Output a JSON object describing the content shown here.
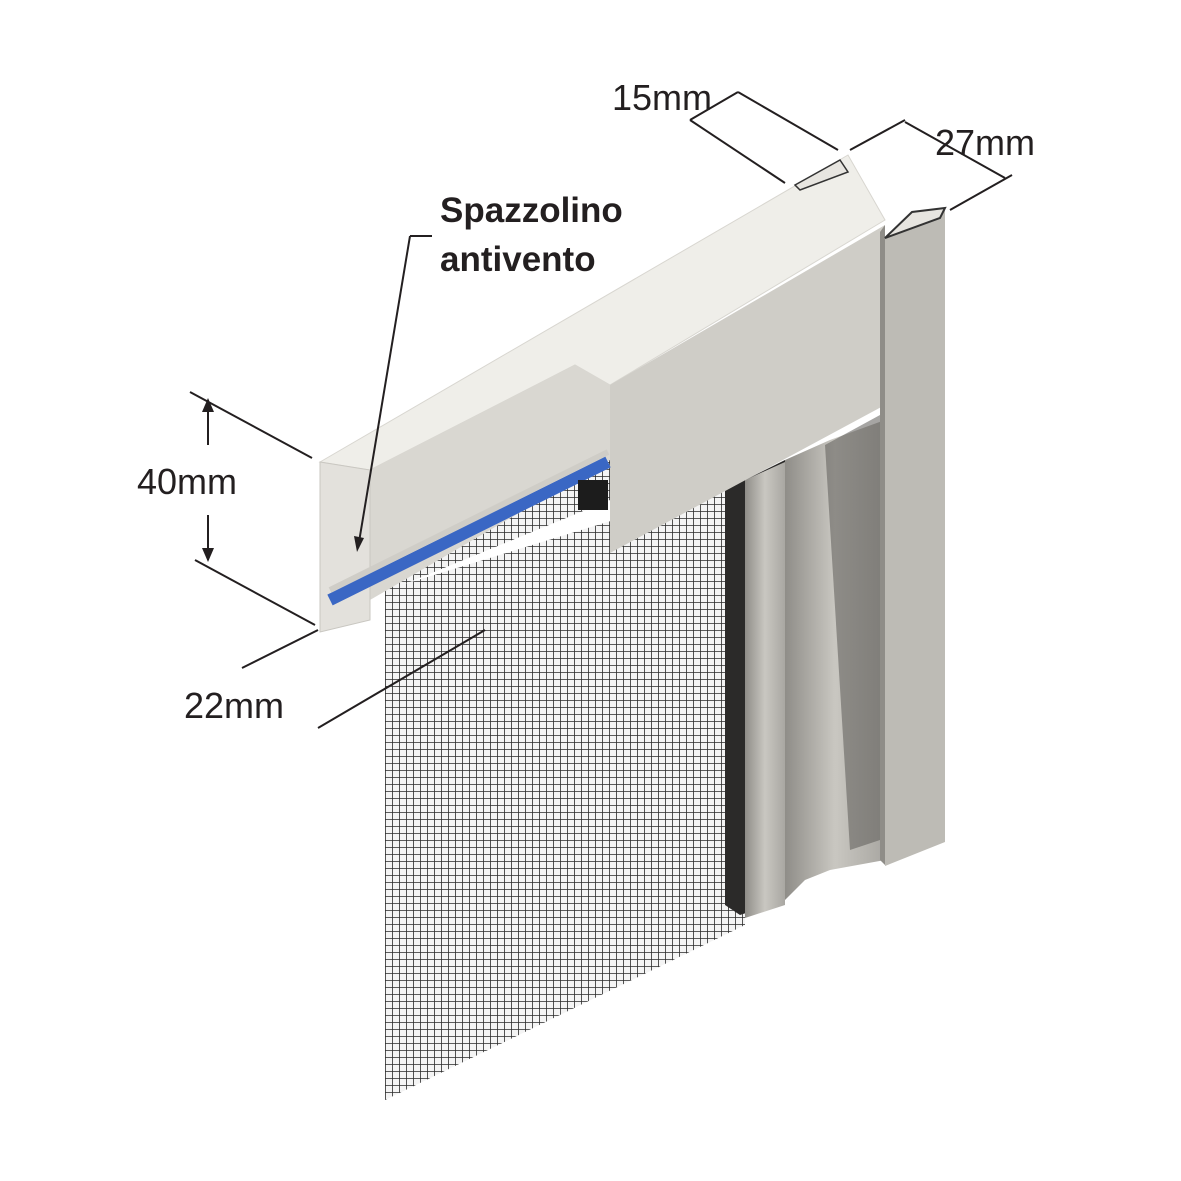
{
  "dimensions": {
    "width_15": "15mm",
    "depth_27": "27mm",
    "height_40": "40mm",
    "width_22": "22mm"
  },
  "callout": {
    "line1": "Spazzolino",
    "line2": "antivento"
  },
  "colors": {
    "profile_light": "#efeee9",
    "profile_mid": "#cfcdc7",
    "profile_dark": "#b9b7b1",
    "mesh": "#2a2a2a",
    "brush": "#3a67c4",
    "lines": "#231f20"
  }
}
